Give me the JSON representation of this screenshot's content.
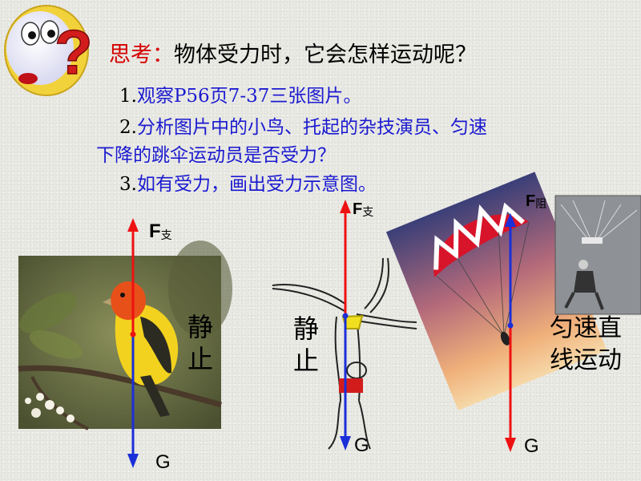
{
  "title": {
    "label": "思考：",
    "text": "物体受力时，它会怎样运动呢？"
  },
  "questions": [
    {
      "num": "1.",
      "text": "观察P56页7-37三张图片。"
    },
    {
      "num": "2.",
      "text": "分析图片中的小鸟、托起的杂技演员、匀速"
    },
    {
      "num": "",
      "text": "下降的跳伞运动员是否受力？"
    },
    {
      "num": "3.",
      "text": "如有受力，画出受力示意图。"
    }
  ],
  "panels": [
    {
      "force_up": "F",
      "force_up_sub": "支",
      "force_down": "G",
      "state_line1": "静",
      "state_line2": "止"
    },
    {
      "force_up": "F",
      "force_up_sub": "支",
      "force_down": "G",
      "state_line1": "静",
      "state_line2": "止"
    },
    {
      "force_up": "F",
      "force_up_sub": "阻",
      "force_down": "G",
      "state_line1": "匀速直",
      "state_line2": "线运动"
    }
  ],
  "colors": {
    "up_arrow": "#ee1111",
    "down_arrow": "#1a2fd8",
    "title_label": "#d40000",
    "question_text": "#1a1ad0"
  },
  "icons": [
    "thinking-face-icon",
    "question-mark-icon"
  ]
}
